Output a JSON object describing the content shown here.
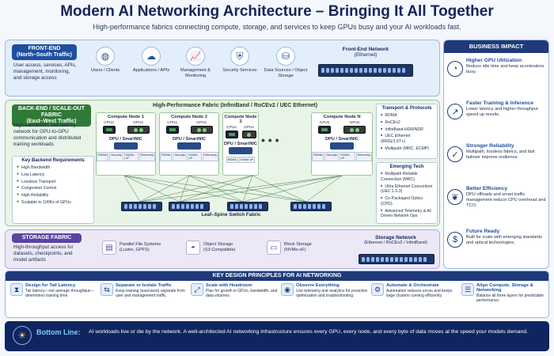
{
  "header": {
    "title": "Modern AI Networking Architecture – Bringing It All Together",
    "subtitle": "High-performance fabrics connecting compute, storage, and services to keep GPUs busy and your AI workloads fast."
  },
  "front_end": {
    "tag": "FRONT-END",
    "tag_sub": "(North–South Traffic)",
    "description": "User access, services, APIs, management, monitoring, and storage access",
    "items": [
      {
        "label": "Users / Clients",
        "icon": "globe-icon"
      },
      {
        "label": "Applications / APIs",
        "icon": "cloud-icon"
      },
      {
        "label": "Management & Monitoring",
        "icon": "chart-icon"
      },
      {
        "label": "Security Services",
        "icon": "shield-icon"
      },
      {
        "label": "Data Sources / Object Storage",
        "icon": "database-icon"
      }
    ],
    "network_title": "Front-End Network",
    "network_sub": "(Ethernet)"
  },
  "back_end": {
    "tag": "BACK-END / SCALE-OUT FABRIC",
    "tag_sub": "(East–West Traffic)",
    "description": "High-bandwidth, low-latency network for GPU-to-GPU communication and distributed training workloads",
    "fabric_title": "High-Performance Fabric (InfiniBand / RoCEv2 / UEC Ethernet)",
    "requirements_title": "Key Backend Requirements",
    "requirements": [
      "High Bandwidth",
      "Low Latency",
      "Lossless Transport",
      "Congestion Control",
      "High Reliability",
      "Scalable to 100Ks of GPUs"
    ],
    "nodes": [
      "Compute Node 1",
      "Compute Node 2",
      "Compute Node 3",
      "Compute Node N"
    ],
    "cpu_label": "CPUs",
    "gpu_label": "GPUs",
    "dpu_label": "DPU / SmartNIC",
    "sub_features": [
      "RDMA",
      "Security",
      "NVMe-oF",
      "Telemetry"
    ],
    "ellipsis": "• • •",
    "leaf_spine": "Leaf–Spine Switch Fabric",
    "transport_title": "Transport & Protocols",
    "transport": [
      "RDMA",
      "RoCEv2",
      "InfiniBand HDR/NDR",
      "UEC Ethernet (800G/1.6T+)",
      "Multipath (MRC, ECMP)"
    ],
    "emerging_title": "Emerging Tech",
    "emerging": [
      "Multipath Reliable Connection (MRC)",
      "Ultra Ethernet Consortium (UEC 1.0.3)",
      "Co-Packaged Optics (CPO)",
      "Advanced Telemetry & AI-Driven Network Ops"
    ]
  },
  "storage": {
    "tag": "STORAGE FABRIC",
    "description": "High-throughput access for datasets, checkpoints, and model artifacts",
    "items": [
      {
        "label": "Parallel File Systems",
        "sub": "(Lustre, GPFS)",
        "icon": "folder-icon"
      },
      {
        "label": "Object Storage",
        "sub": "(S3 Compatible)",
        "icon": "bucket-icon"
      },
      {
        "label": "Block Storage",
        "sub": "(NVMe-oF)",
        "icon": "disk-icon"
      }
    ],
    "network_title": "Storage Network",
    "network_sub": "(Ethernet / RoCEv2 / InfiniBand)"
  },
  "impact": {
    "title": "BUSINESS IMPACT",
    "items": [
      {
        "title": "Higher GPU Utilization",
        "desc": "Reduce idle time and keep accelerators busy.",
        "icon": "gauge-icon"
      },
      {
        "title": "Faster Training & Inference",
        "desc": "Lower latency and higher throughput speed up results.",
        "icon": "trend-up-icon"
      },
      {
        "title": "Stronger Reliability",
        "desc": "Multipath, lossless fabrics, and fast failover improve resilience.",
        "icon": "shield-check-icon"
      },
      {
        "title": "Better Efficiency",
        "desc": "DPU offloads and smart traffic management reduce CPU overhead and TCO.",
        "icon": "leaf-icon"
      },
      {
        "title": "Future Ready",
        "desc": "Built for scale with emerging standards and optical technologies.",
        "icon": "dollar-icon"
      }
    ]
  },
  "principles": {
    "title": "KEY DESIGN PRINCIPLES FOR AI NETWORKING",
    "items": [
      {
        "title": "Design for Tail Latency",
        "desc": "Tail latency—not average throughput—determines training time.",
        "icon": "hourglass-icon"
      },
      {
        "title": "Separate or Isolate Traffic",
        "desc": "Keep training (east-west) separate from user and management traffic.",
        "icon": "split-icon"
      },
      {
        "title": "Scale with Headroom",
        "desc": "Plan for growth in GPUs, bandwidth, and data volumes.",
        "icon": "scale-icon"
      },
      {
        "title": "Observe Everything",
        "desc": "Use telemetry and analytics for proactive optimization and troubleshooting.",
        "icon": "eye-icon"
      },
      {
        "title": "Automate & Orchestrate",
        "desc": "Automation reduces errors and keeps large clusters running efficiently.",
        "icon": "gear-icon"
      },
      {
        "title": "Align Compute, Storage & Networking",
        "desc": "Balance all three layers for predictable performance.",
        "icon": "layers-icon"
      }
    ]
  },
  "bottom_line": {
    "label": "Bottom Line:",
    "text": "AI workloads live or die by the network. A well-architected AI networking infrastructure ensures every GPU, every node, and every byte of data moves at the speed your models demand."
  }
}
